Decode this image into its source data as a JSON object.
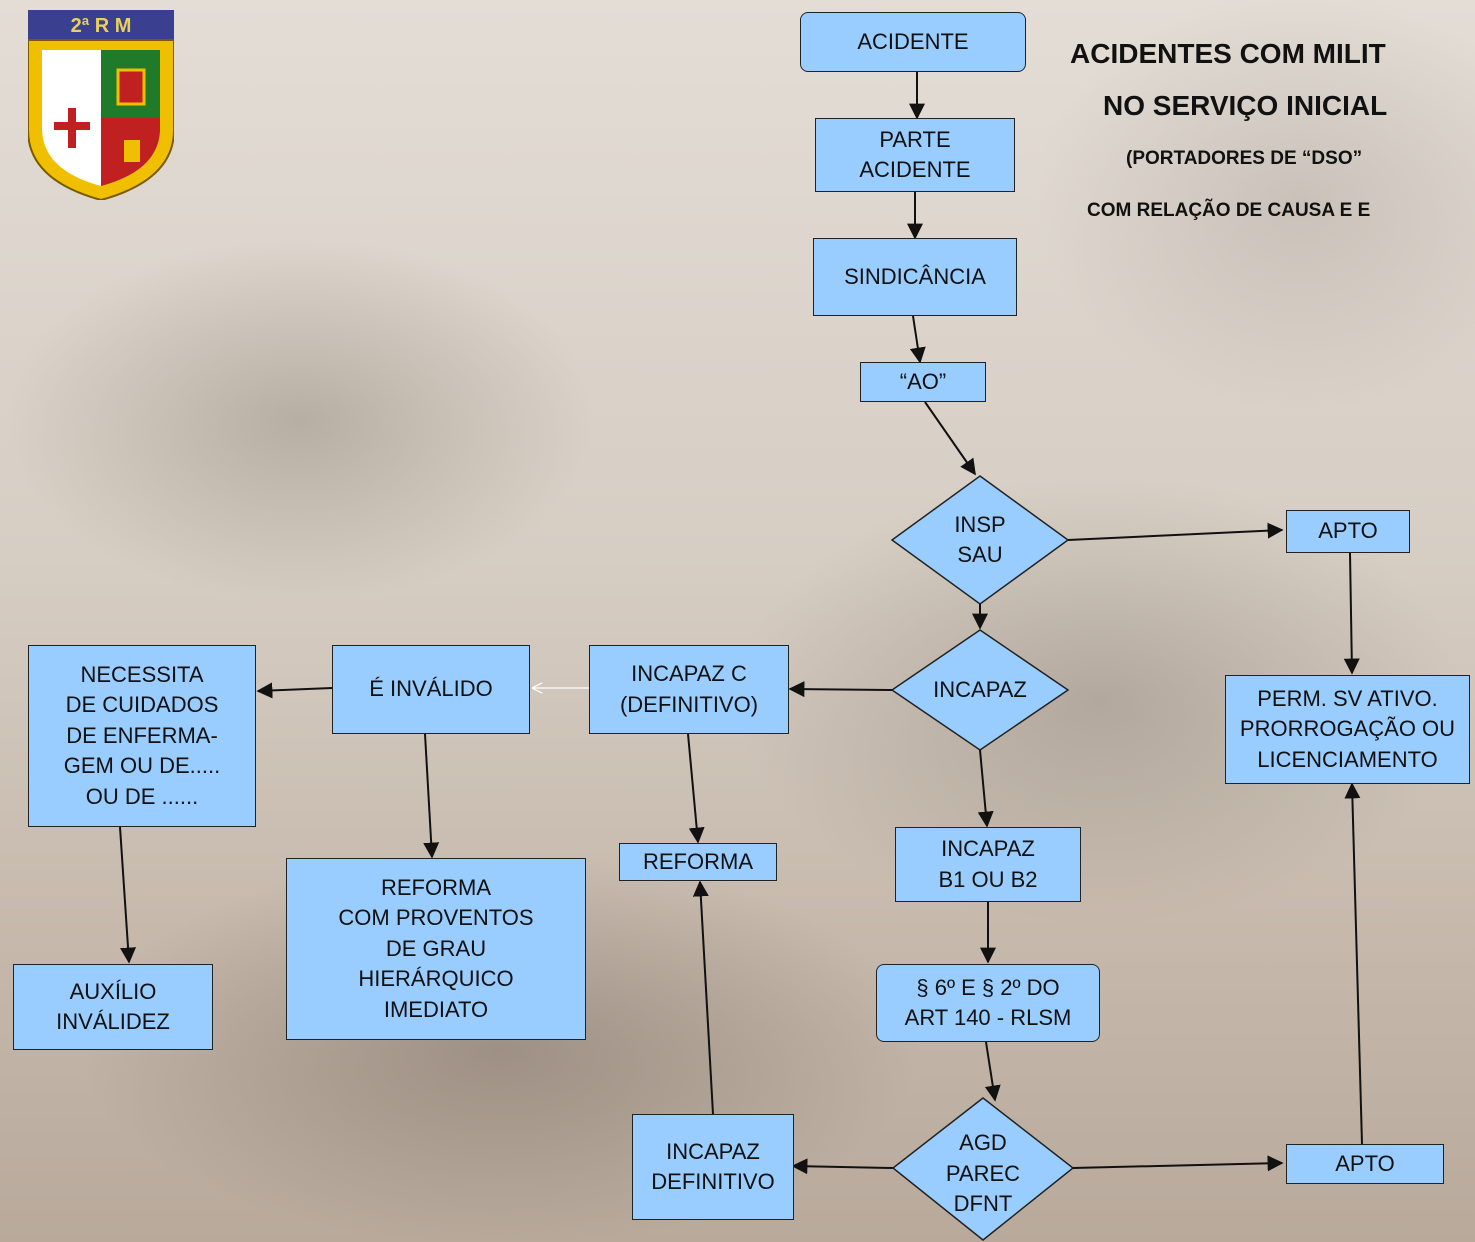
{
  "title": {
    "line1": "ACIDENTES COM MILIT",
    "line2": "NO SERVIÇO INICIAL",
    "sub1": "(PORTADORES DE “DSO”",
    "sub2": "COM RELAÇÃO DE CAUSA E E"
  },
  "logo": {
    "text": "2ª R M"
  },
  "nodes": {
    "acidente": "ACIDENTE",
    "parte_acidente": "PARTE\nACIDENTE",
    "sindicancia": "SINDICÂNCIA",
    "ao": "“AO”",
    "insp_sau": "INSP\nSAU",
    "apto_top": "APTO",
    "incapaz": "INCAPAZ",
    "incapaz_c": "INCAPAZ C\n(DEFINITIVO)",
    "e_invalido": "É INVÁLIDO",
    "necessita": "NECESSITA\n DE CUIDADOS\nDE ENFERMA-\nGEM  OU  DE.....\nOU DE ......",
    "perm_sv": "PERM. SV ATIVO.\nPRORROGAÇÃO OU\nLICENCIAMENTO",
    "incapaz_b": "INCAPAZ\nB1 OU B2",
    "reforma": "REFORMA",
    "reforma_proventos": "REFORMA\n   COM PROVENTOS\nDE GRAU\nHIERÁRQUICO\nIMEDIATO",
    "auxilio": "AUXÍLIO\nINVÁLIDEZ",
    "paragrafo": "§ 6º E § 2º DO\nART 140 - RLSM",
    "agd_parec": "AGD\nPAREC\nDFNT",
    "incapaz_def": "INCAPAZ\nDEFINITIVO",
    "apto_bottom": "APTO"
  },
  "colors": {
    "box_fill": "#99ccff",
    "border": "#222222",
    "arrow": "#111111",
    "white_arrow": "#ffffff"
  }
}
